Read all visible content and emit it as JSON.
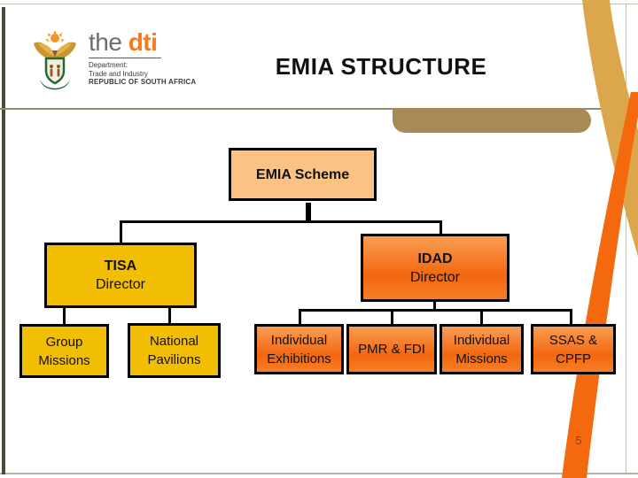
{
  "slide": {
    "title": "EMIA STRUCTURE",
    "page_number": "5"
  },
  "logo": {
    "the": "the ",
    "dti": "dti",
    "department": "Department:",
    "trade": "Trade and Industry",
    "republic": "REPUBLIC OF SOUTH AFRICA"
  },
  "org_chart": {
    "type": "org-tree",
    "root": "EMIA Scheme",
    "nodes": {
      "emia": {
        "label": "EMIA Scheme",
        "children": [
          "tisa",
          "idad"
        ]
      },
      "tisa": {
        "line1": "TISA",
        "line2": "Director",
        "children": [
          "group_missions",
          "national_pavilions"
        ]
      },
      "idad": {
        "line1": "IDAD",
        "line2": "Director",
        "children": [
          "individual_exhibitions",
          "pmr_fdi",
          "individual_missions",
          "ssas_cpfp"
        ]
      },
      "group_missions": {
        "line1": "Group",
        "line2": "Missions"
      },
      "national_pavilions": {
        "line1": "National",
        "line2": "Pavilions"
      },
      "individual_exhibitions": {
        "line1": "Individual",
        "line2": "Exhibitions"
      },
      "pmr_fdi": {
        "line1": "PMR & FDI"
      },
      "individual_missions": {
        "line1": "Individual",
        "line2": "Missions"
      },
      "ssas_cpfp": {
        "line1": "SSAS &",
        "line2": "CPFP"
      }
    }
  },
  "colors": {
    "peach_fill": "#FBC383",
    "gold_fill": "#F2BE04",
    "orange_gradient_top": "#F99E54",
    "orange_gradient_bottom": "#F3670F",
    "tan_stripe": "#DBA64C",
    "orange_stripe": "#F4690E",
    "tan_bar": "#A78A58",
    "dti_orange": "#F47B20",
    "page_number_color": "#8B3A2B"
  }
}
